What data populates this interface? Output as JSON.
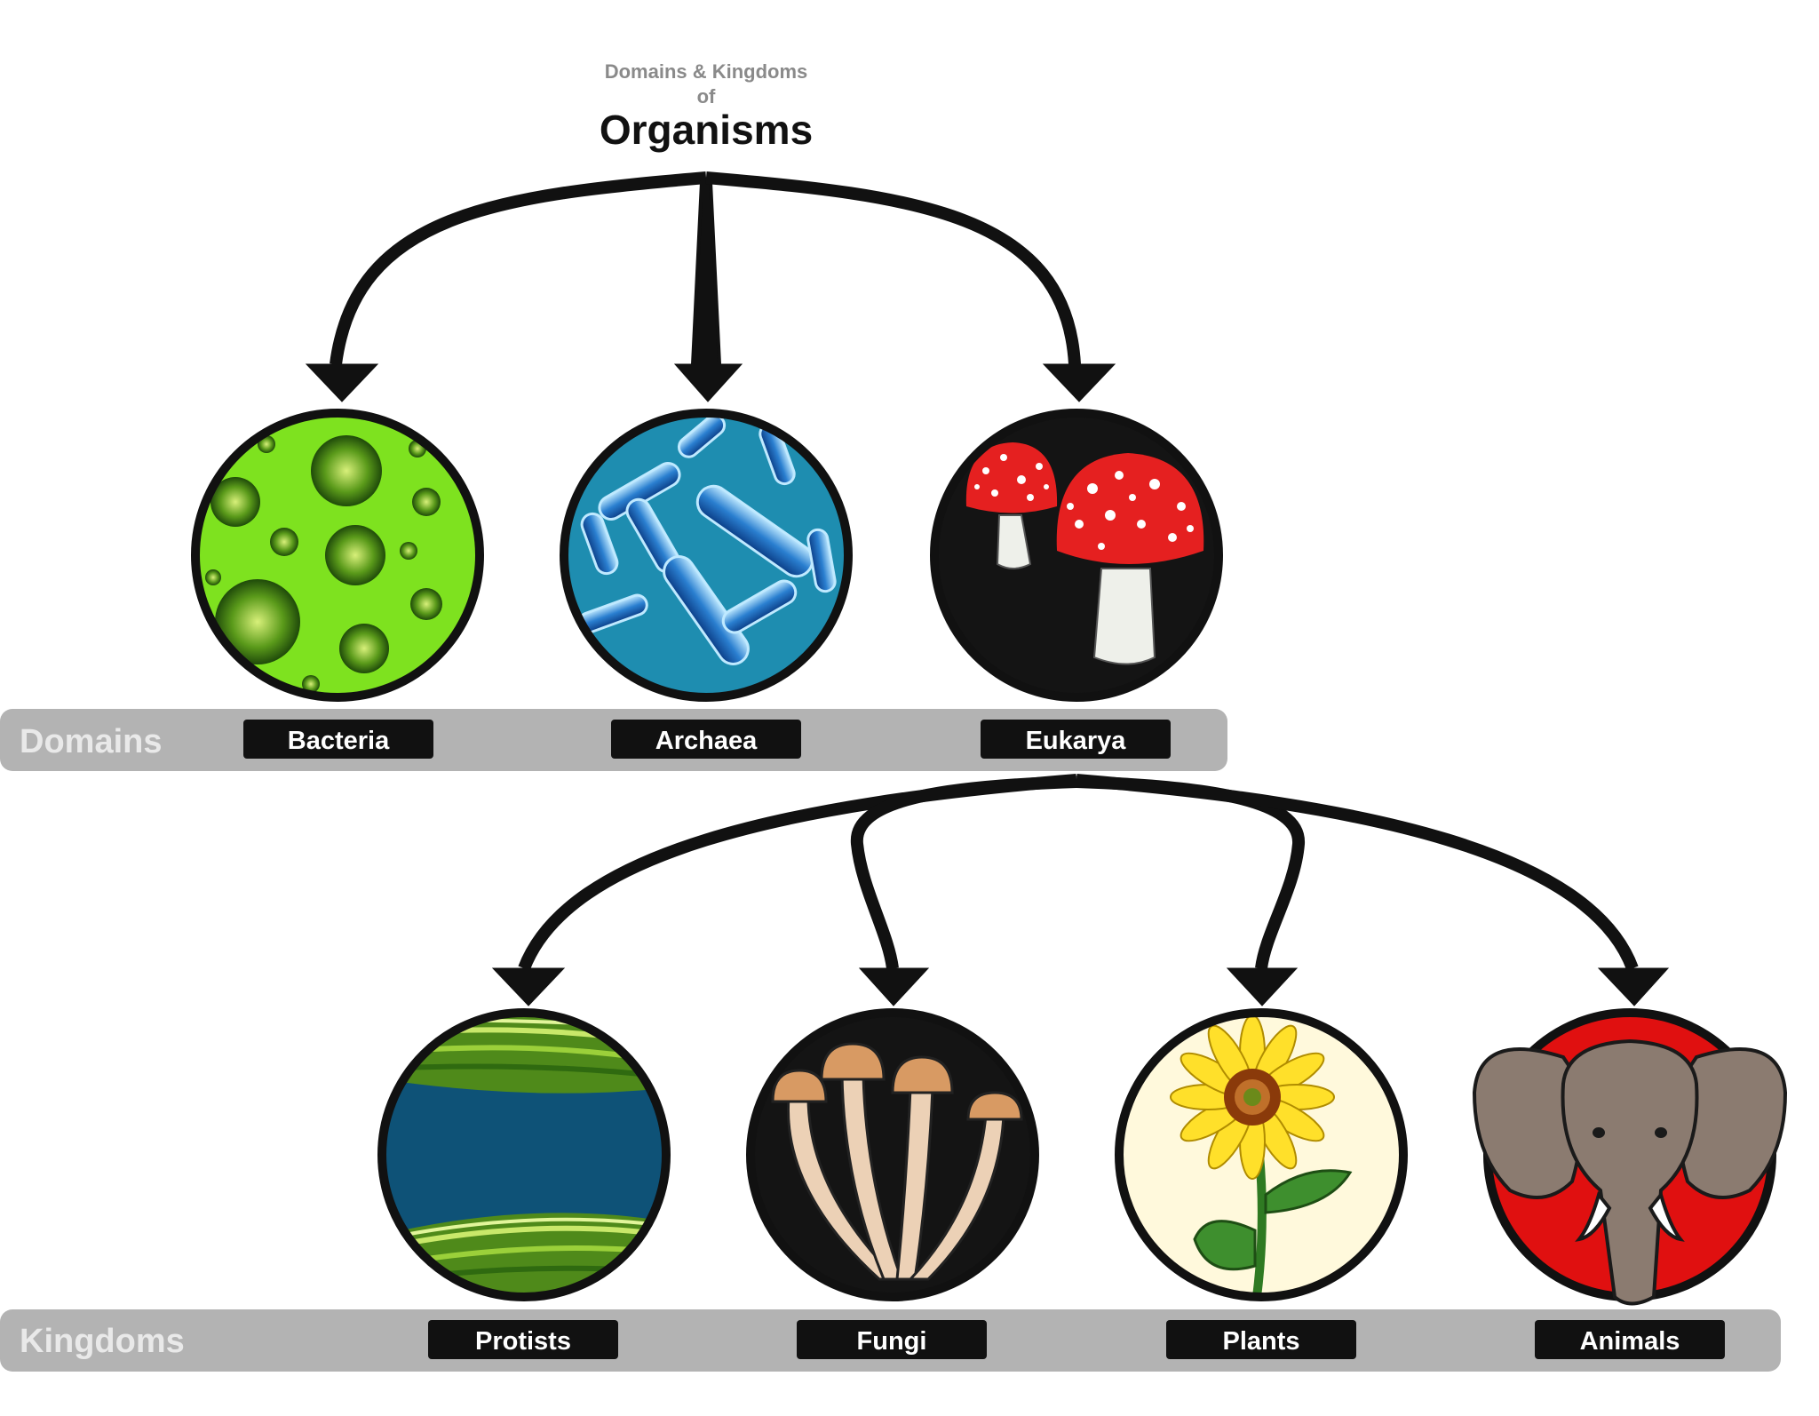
{
  "header": {
    "subtitle_line1": "Domains & Kingdoms",
    "subtitle_line2": "of",
    "title": "Organisms"
  },
  "domains": {
    "band_label": "Domains",
    "items": [
      {
        "label": "Bacteria",
        "icon": "bacteria-icon"
      },
      {
        "label": "Archaea",
        "icon": "archaea-icon"
      },
      {
        "label": "Eukarya",
        "icon": "eukarya-mushroom-icon"
      }
    ]
  },
  "kingdoms": {
    "band_label": "Kingdoms",
    "items": [
      {
        "label": "Protists",
        "icon": "protists-algae-icon"
      },
      {
        "label": "Fungi",
        "icon": "fungi-mushroom-icon"
      },
      {
        "label": "Plants",
        "icon": "plants-sunflower-icon"
      },
      {
        "label": "Animals",
        "icon": "animals-elephant-icon"
      }
    ]
  },
  "colors": {
    "band": "#b3b3b3",
    "label_bg": "#111111",
    "arrow": "#111111",
    "bacteria_bg": "#7ee21f",
    "archaea_bg": "#1e8db0",
    "eukarya_bg": "#141414",
    "protists_water": "#0e5277",
    "fungi_bg": "#141414",
    "plants_bg": "#fff9dc",
    "animals_bg": "#e01010"
  }
}
